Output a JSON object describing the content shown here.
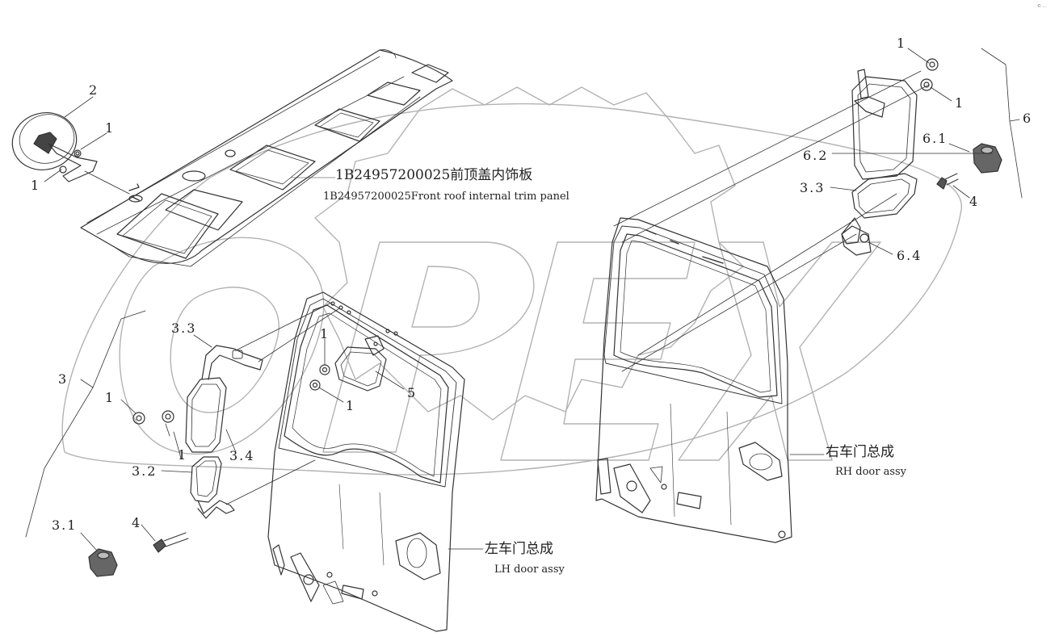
{
  "corner_mark": "© ...",
  "watermark": "OPEX",
  "parts": {
    "roof_panel": {
      "label_cn": "1B24957200025前顶盖内饰板",
      "label_en": "1B24957200025Front roof internal trim panel"
    },
    "lh_door": {
      "label_cn": "左车门总成",
      "label_en": "LH door assy"
    },
    "rh_door": {
      "label_cn": "右车门总成",
      "label_en": "RH door assy"
    }
  },
  "callouts": {
    "c_2": "2",
    "c_1_top_left_a": "1",
    "c_1_top_left_b": "1",
    "c_1_right_top": "1",
    "c_1_right_b": "1",
    "c_6": "6",
    "c_6_1": "6.1",
    "c_6_2": "6.2",
    "c_3_3_right": "3.3",
    "c_4_right": "4",
    "c_6_4": "6.4",
    "c_3_3_left": "3.3",
    "c_3": "3",
    "c_1_left_mirror": "1",
    "c_1_left_mirror_b": "1",
    "c_3_4": "3.4",
    "c_3_2": "3.2",
    "c_3_1": "3.1",
    "c_4_left": "4",
    "c_1_door_a": "1",
    "c_1_door_b": "1",
    "c_5": "5"
  }
}
